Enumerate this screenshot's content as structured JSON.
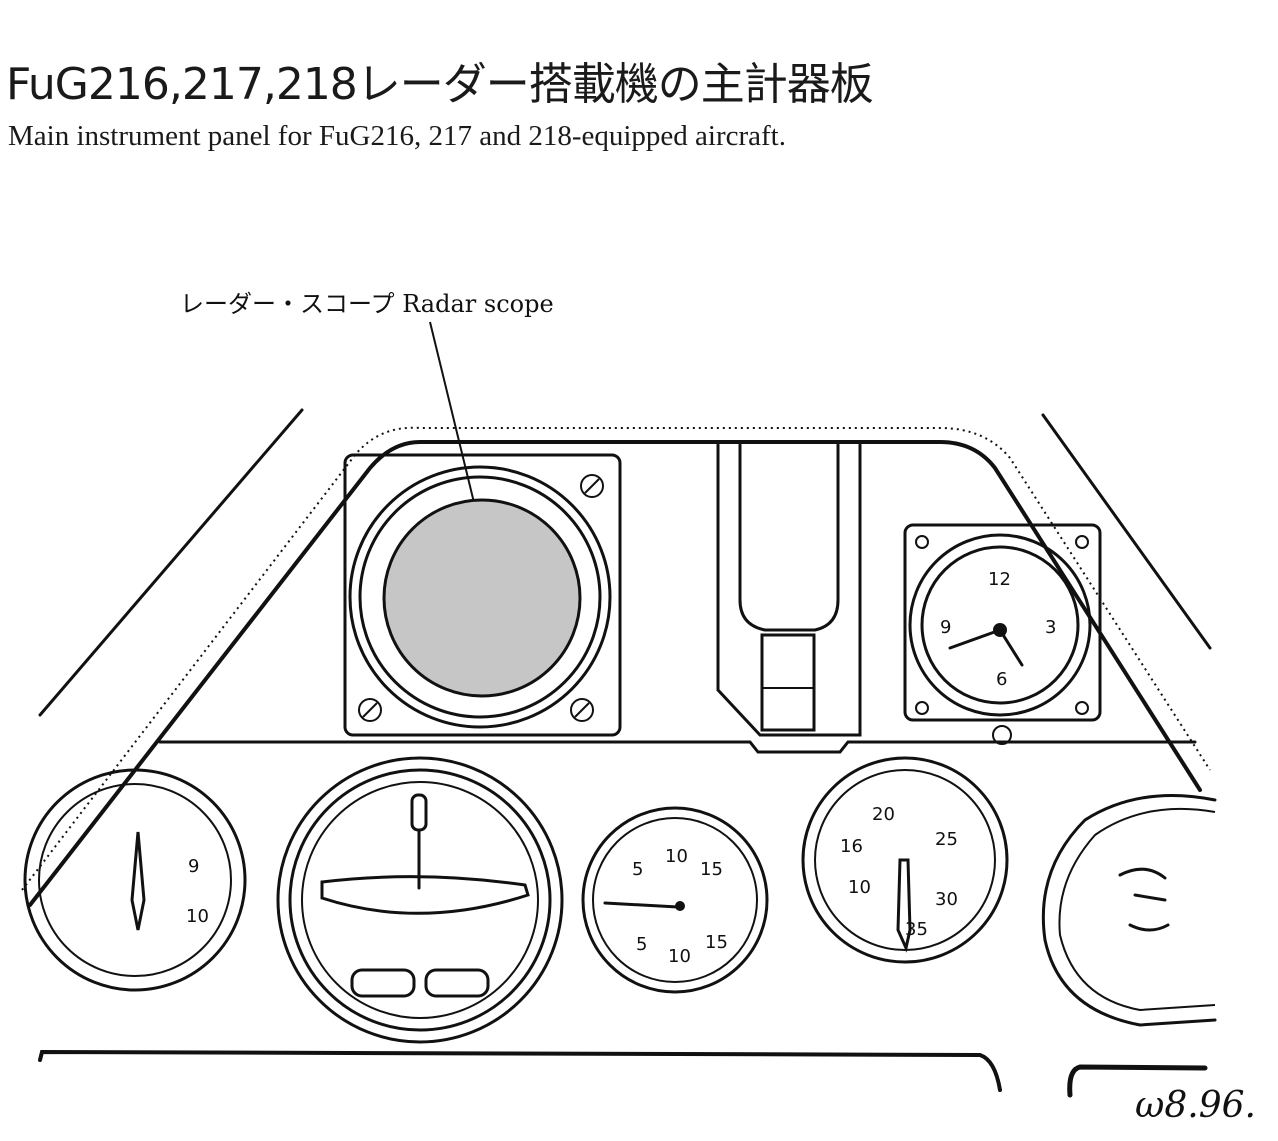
{
  "header": {
    "title": "FuG216,217,218レーダー搭載機の主計器板",
    "subtitle": "Main instrument panel for FuG216, 217 and 218-equipped aircraft."
  },
  "callout": {
    "label": "レーダー・スコープ Radar scope"
  },
  "clock": {
    "numerals": [
      "12",
      "3",
      "6",
      "9"
    ]
  },
  "gauge_small": {
    "numerals": [
      "5",
      "10",
      "15",
      "5",
      "10",
      "15"
    ]
  },
  "gauge_rpm": {
    "numerals": [
      "20",
      "25",
      "16",
      "10",
      "30",
      "35"
    ]
  },
  "gauge_left": {
    "numerals": [
      "9",
      "10"
    ]
  },
  "signature": "ω8.96.",
  "colors": {
    "scope_fill": "#c6c6c6",
    "ink": "#111111"
  }
}
